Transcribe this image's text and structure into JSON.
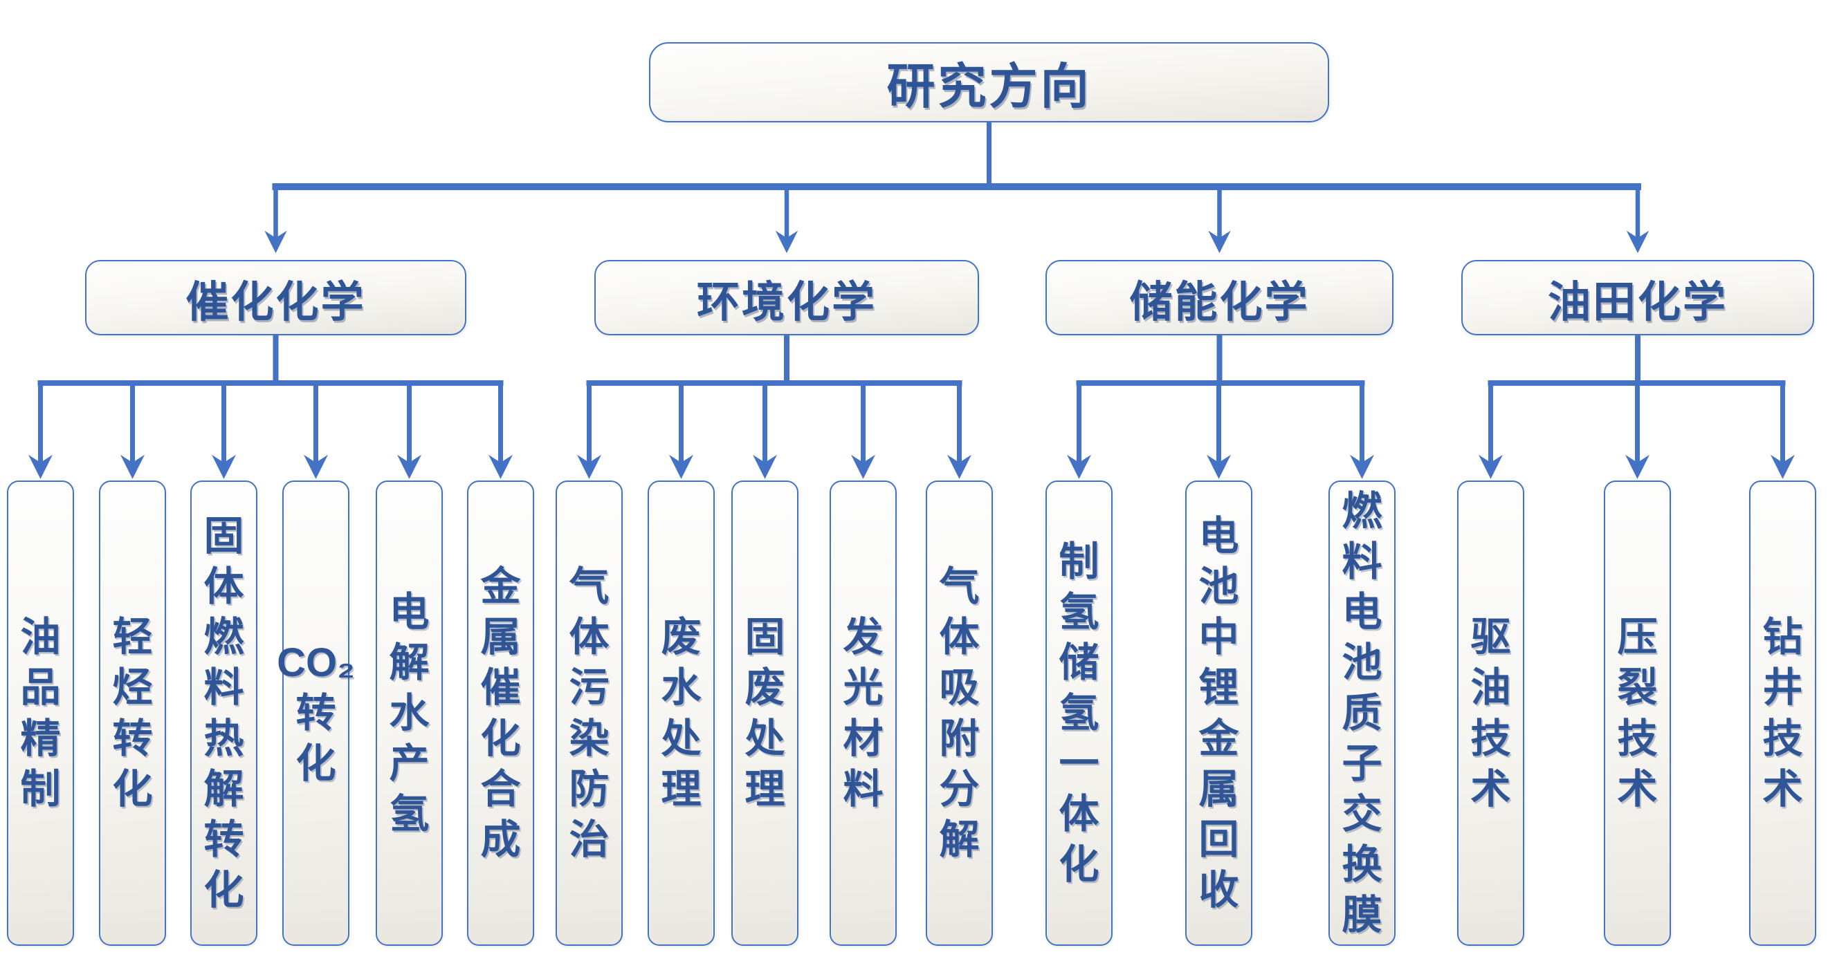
{
  "colors": {
    "line": "#4472C4",
    "text": "#2F5597",
    "border": "#4472C4"
  },
  "root": {
    "label": "研究方向"
  },
  "groups": [
    {
      "label": "催化化学",
      "children": [
        {
          "label": "油品精制",
          "lines": [
            "油",
            "品",
            "精",
            "制"
          ]
        },
        {
          "label": "轻烃转化",
          "lines": [
            "轻",
            "烃",
            "转",
            "化"
          ]
        },
        {
          "label": "固体燃料热解转化",
          "lines": [
            "固",
            "体",
            "燃",
            "料",
            "热",
            "解",
            "转",
            "化"
          ]
        },
        {
          "label": "CO₂转化",
          "lines": [
            "CO₂",
            "转",
            "化"
          ]
        },
        {
          "label": "电解水产氢",
          "lines": [
            "电",
            "解",
            "水",
            "产",
            "氢"
          ]
        },
        {
          "label": "金属催化合成",
          "lines": [
            "金",
            "属",
            "催",
            "化",
            "合",
            "成"
          ]
        }
      ]
    },
    {
      "label": "环境化学",
      "children": [
        {
          "label": "气体污染防治",
          "lines": [
            "气",
            "体",
            "污",
            "染",
            "防",
            "治"
          ]
        },
        {
          "label": "废水处理",
          "lines": [
            "废",
            "水",
            "处",
            "理"
          ]
        },
        {
          "label": "固废处理",
          "lines": [
            "固",
            "废",
            "处",
            "理"
          ]
        },
        {
          "label": "发光材料",
          "lines": [
            "发",
            "光",
            "材",
            "料"
          ]
        },
        {
          "label": "气体吸附分解",
          "lines": [
            "气",
            "体",
            "吸",
            "附",
            "分",
            "解"
          ]
        }
      ]
    },
    {
      "label": "储能化学",
      "children": [
        {
          "label": "制氢储氢一体化",
          "lines": [
            "制",
            "氢",
            "储",
            "氢",
            "一",
            "体",
            "化"
          ]
        },
        {
          "label": "电池中锂金属回收",
          "lines": [
            "电",
            "池",
            "中",
            "锂",
            "金",
            "属",
            "回",
            "收"
          ]
        },
        {
          "label": "燃料电池质子交换膜",
          "lines": [
            "燃",
            "料",
            "电",
            "池",
            "质",
            "子",
            "交",
            "换",
            "膜"
          ]
        }
      ]
    },
    {
      "label": "油田化学",
      "children": [
        {
          "label": "驱油技术",
          "lines": [
            "驱",
            "油",
            "技",
            "术"
          ]
        },
        {
          "label": "压裂技术",
          "lines": [
            "压",
            "裂",
            "技",
            "术"
          ]
        },
        {
          "label": "钻井技术",
          "lines": [
            "钻",
            "井",
            "技",
            "术"
          ]
        }
      ]
    }
  ]
}
